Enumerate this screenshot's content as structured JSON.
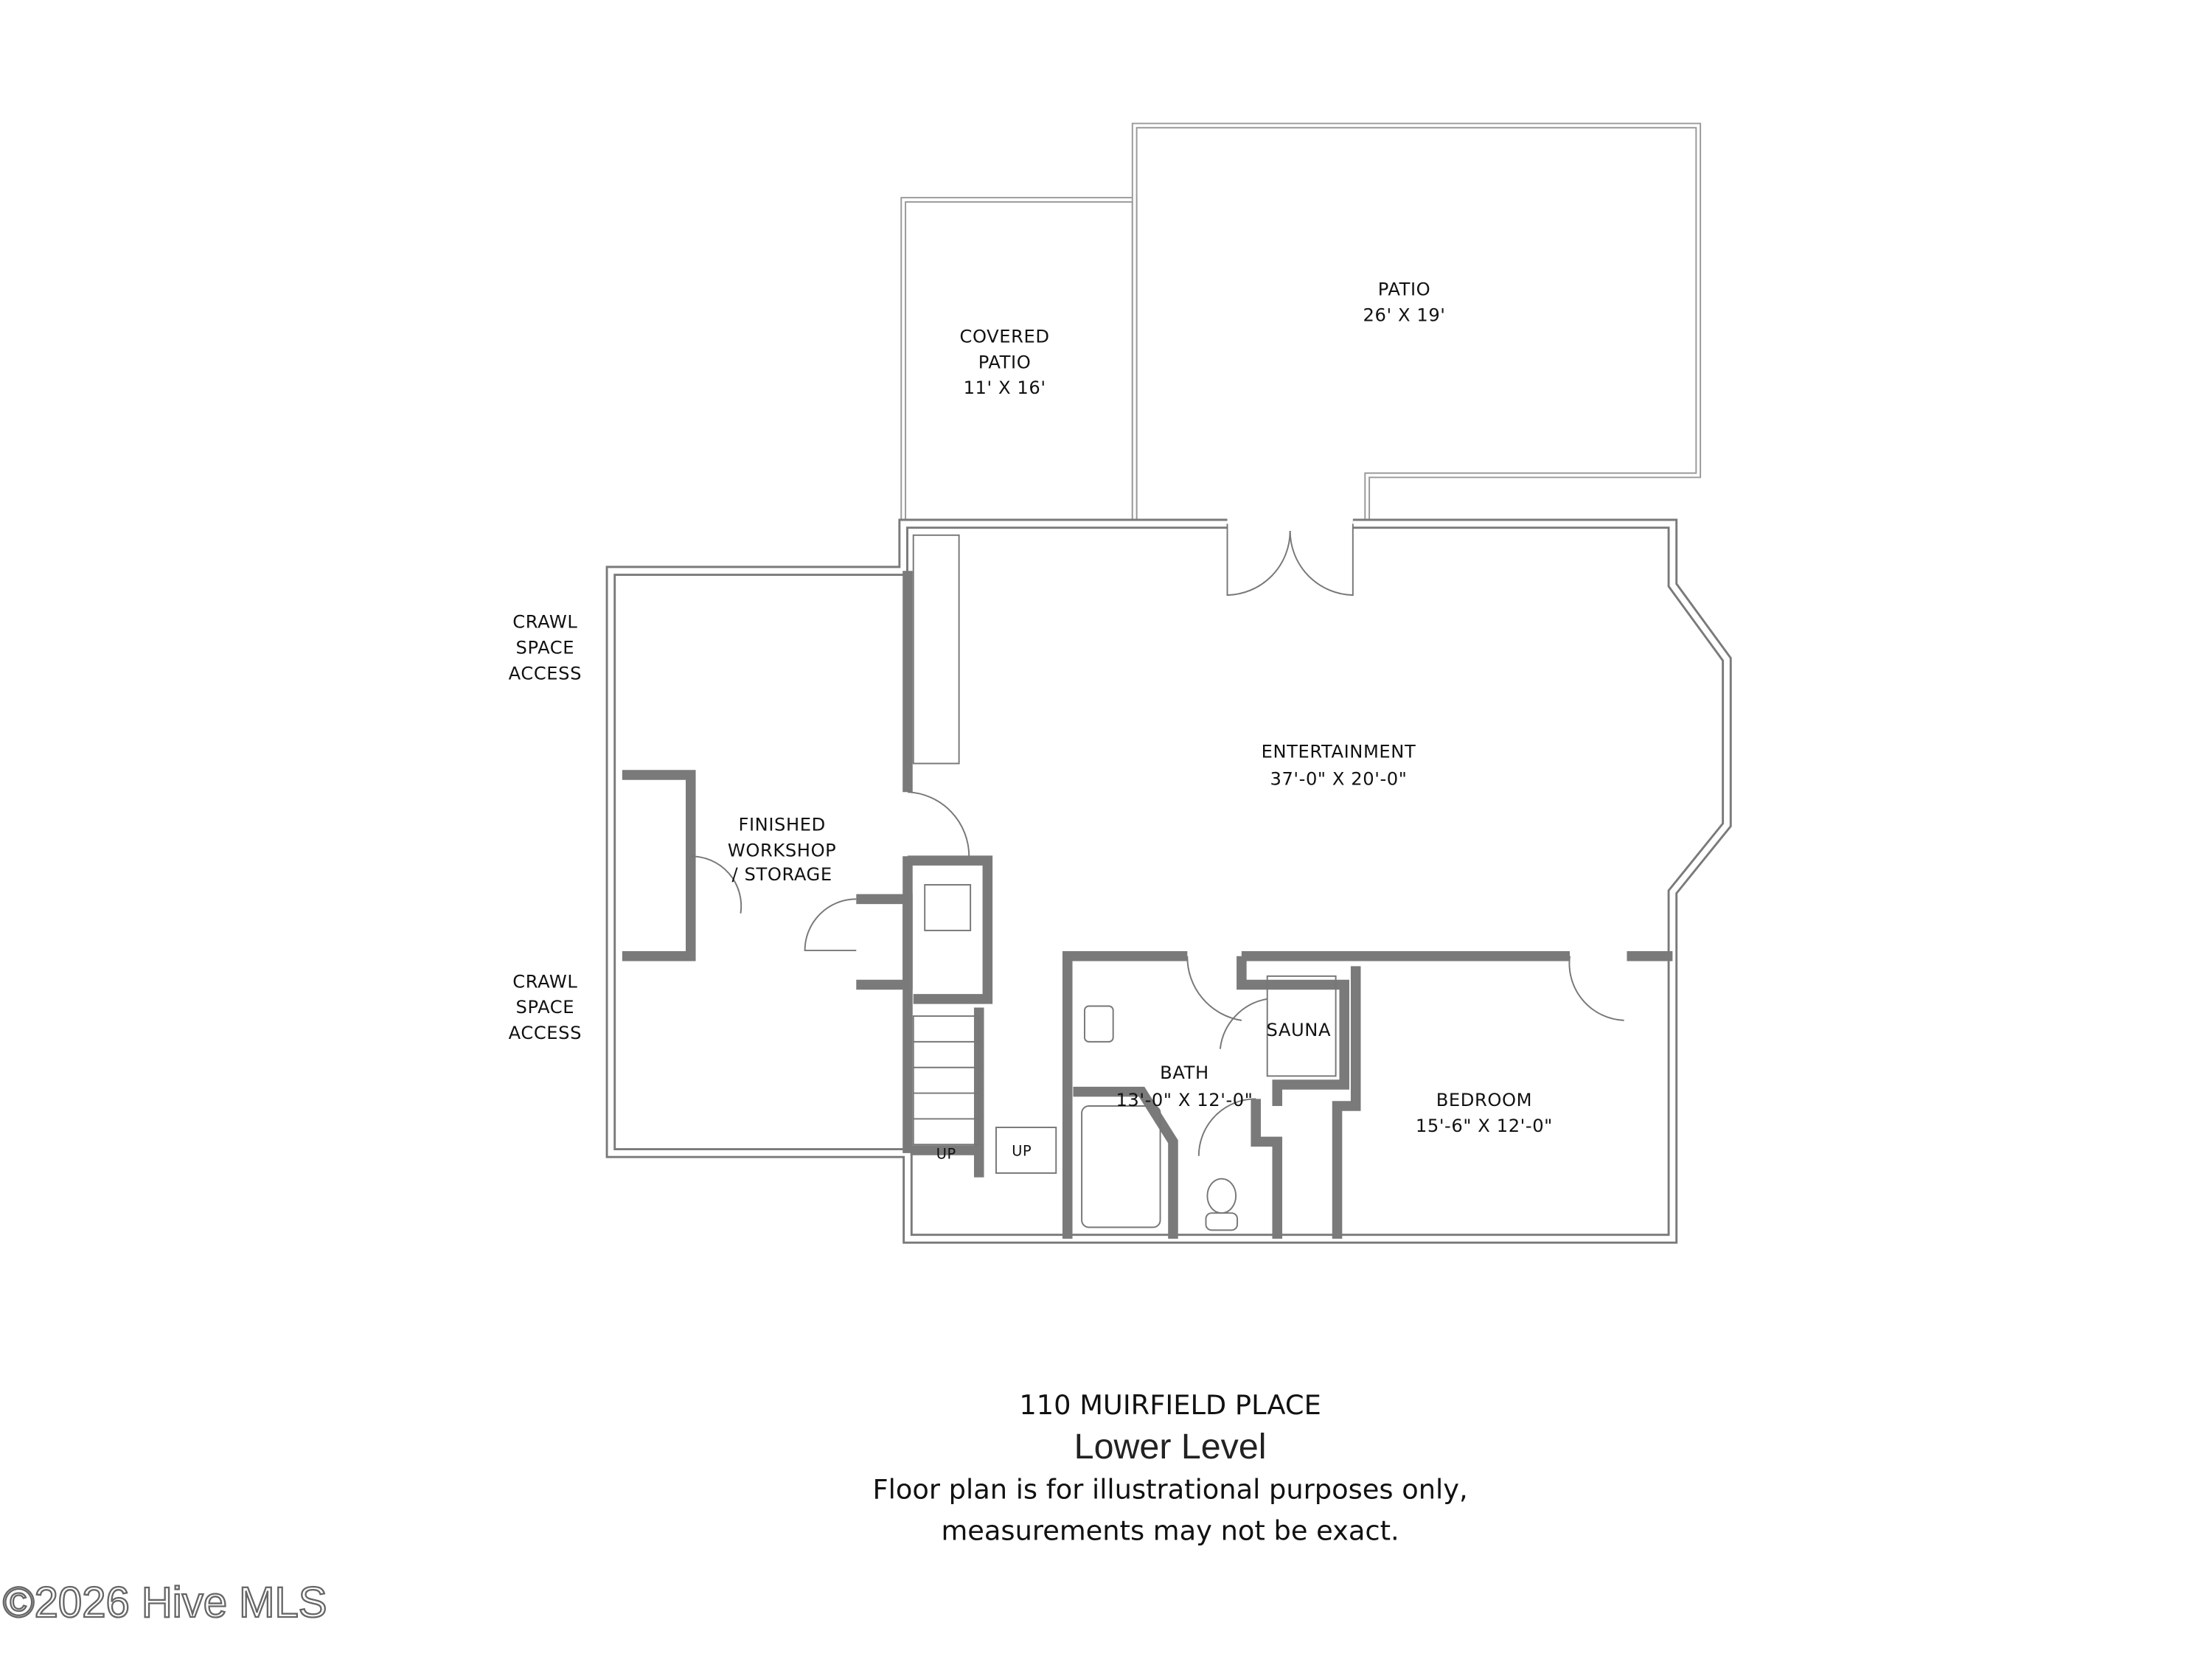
{
  "rooms": {
    "crawl_space_1": [
      "CRAWL",
      "SPACE",
      "ACCESS"
    ],
    "crawl_space_2": [
      "CRAWL",
      "SPACE",
      "ACCESS"
    ],
    "covered_patio": [
      "COVERED",
      "PATIO",
      "11' X 16'"
    ],
    "patio": [
      "PATIO",
      "26' X 19'"
    ],
    "entertainment": [
      "ENTERTAINMENT",
      "37'-0\" X 20'-0\""
    ],
    "workshop": [
      "FINISHED",
      "WORKSHOP",
      "/ STORAGE"
    ],
    "sauna": "SAUNA",
    "bath": [
      "BATH",
      "13'-0\" X 12'-0\""
    ],
    "bedroom": [
      "BEDROOM",
      "15'-6\" X 12'-0\""
    ],
    "stairs_up_1": "UP",
    "stairs_up_2": "UP"
  },
  "caption": {
    "address": "110 MUIRFIELD PLACE",
    "level": "Lower Level",
    "disclaimer_line1": "Floor plan is for illustrational purposes only,",
    "disclaimer_line2": "measurements may not be exact."
  },
  "watermark": "©2026 Hive MLS"
}
